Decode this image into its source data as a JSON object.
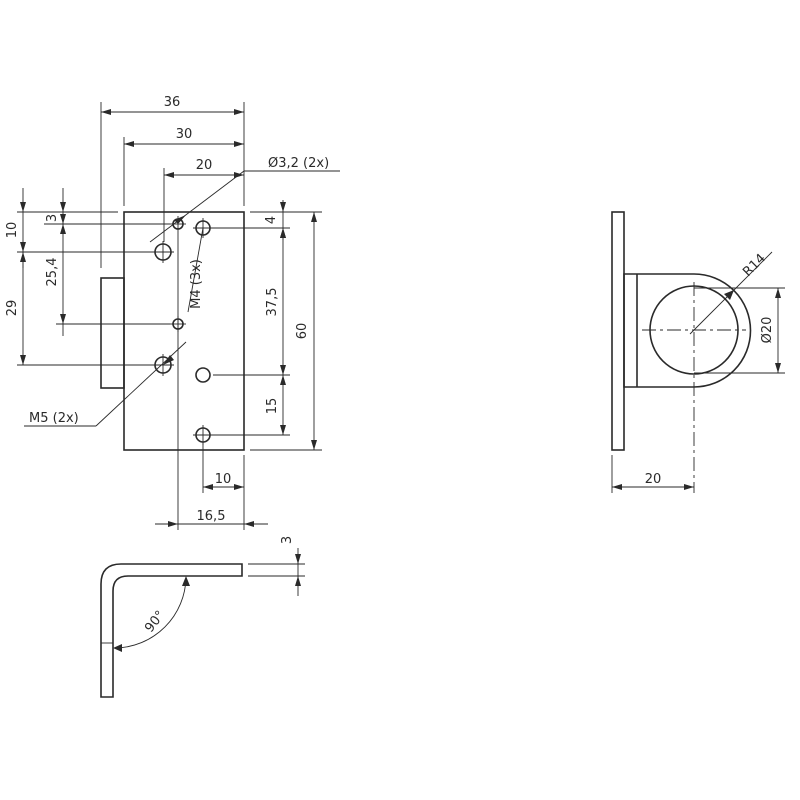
{
  "front_view": {
    "width_36": "36",
    "width_30": "30",
    "width_20": "20",
    "hole_d32_note": "Ø3,2 (2x)",
    "offset_3": "3",
    "offset_4": "4",
    "height_10": "10",
    "height_25_4": "25,4",
    "height_29": "29",
    "thread_m4_note": "M4 (3x)",
    "height_37_5": "37,5",
    "height_60": "60",
    "height_15": "15",
    "thread_m5_note": "M5 (2x)",
    "spacing_10": "10",
    "spacing_16_5": "16,5"
  },
  "side_view": {
    "radius_note": "R14",
    "diameter_note": "Ø20",
    "width_20": "20"
  },
  "bottom_view": {
    "thickness_3": "3",
    "angle_note": "90°"
  }
}
